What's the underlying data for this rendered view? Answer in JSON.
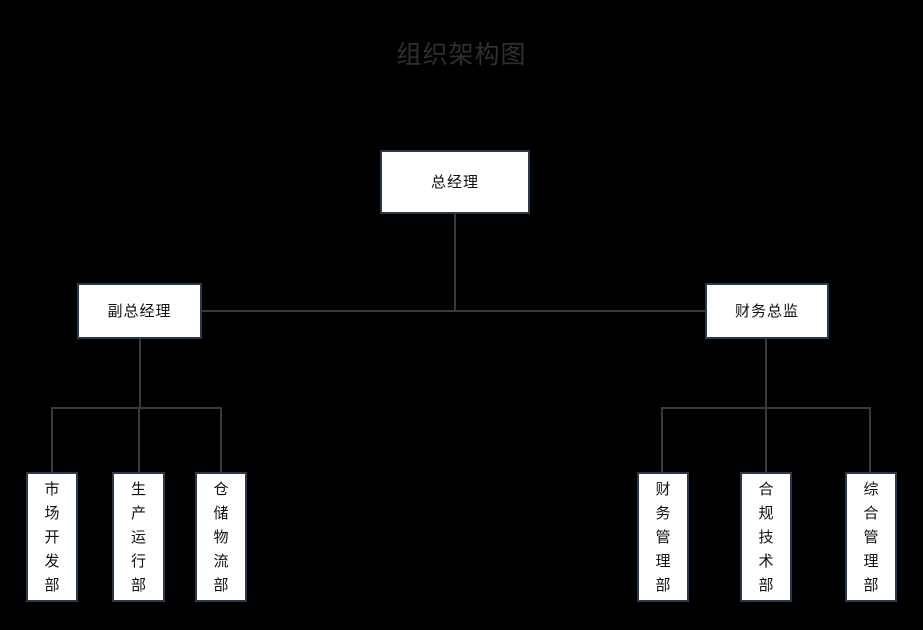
{
  "chart": {
    "title": "组织架构图",
    "background_color": "#000000",
    "title_color": "#2f2f2f",
    "node_fill_color": "#ffffff",
    "node_border_color": "#2b3a4a",
    "node_text_color": "#111111",
    "connector_color": "#3a3a3a"
  },
  "nodes": {
    "root": {
      "label": "总经理"
    },
    "level2": [
      {
        "label": "副总经理"
      },
      {
        "label": "财务总监"
      }
    ],
    "deputy_children": [
      {
        "label": "市场开发部"
      },
      {
        "label": "生产运行部"
      },
      {
        "label": "仓储物流部"
      }
    ],
    "finance_children": [
      {
        "label": "财务管理部"
      },
      {
        "label": "合规技术部"
      },
      {
        "label": "综合管理部"
      }
    ]
  }
}
